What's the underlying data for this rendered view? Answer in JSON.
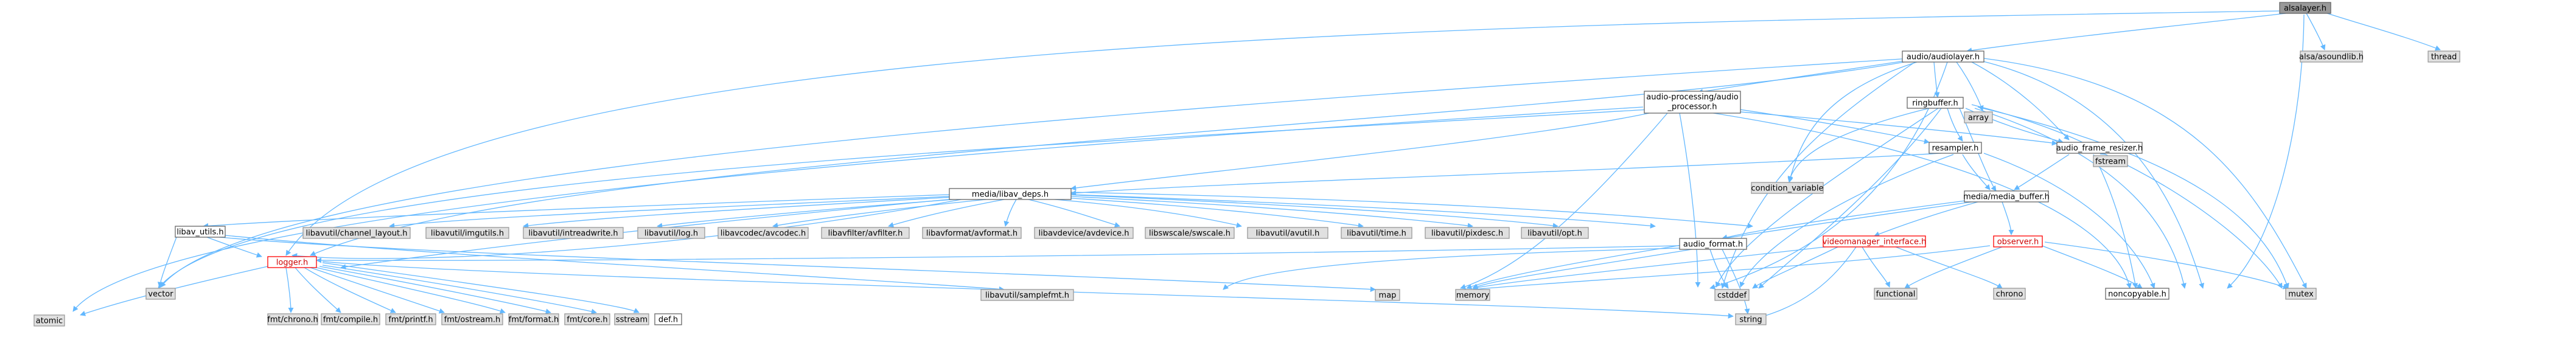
{
  "graph": {
    "colors": {
      "root_fill": "#999999",
      "root_stroke": "#666666",
      "node_fill": "#ffffff",
      "node_stroke": "#666666",
      "system_fill": "#e0e0e0",
      "system_stroke": "#999999",
      "red_stroke": "#ff0000",
      "red_text": "#cc0000",
      "edge": "#63b8ff"
    },
    "nodes": [
      {
        "id": "alsalayer",
        "label": "alsalayer.h",
        "kind": "root"
      },
      {
        "id": "audiolayer",
        "label": "audio/audiolayer.h",
        "kind": "file"
      },
      {
        "id": "asoundlib",
        "label": "alsa/asoundlib.h",
        "kind": "system"
      },
      {
        "id": "thread",
        "label": "thread",
        "kind": "system"
      },
      {
        "id": "app_line1",
        "label": "audio-processing/audio",
        "kind": "file"
      },
      {
        "id": "app_line2",
        "label": "_processor.h",
        "kind": "file"
      },
      {
        "id": "ringbuffer",
        "label": "ringbuffer.h",
        "kind": "file"
      },
      {
        "id": "array",
        "label": "array",
        "kind": "system"
      },
      {
        "id": "condvar",
        "label": "condition_variable",
        "kind": "system"
      },
      {
        "id": "resampler",
        "label": "resampler.h",
        "kind": "file"
      },
      {
        "id": "afr",
        "label": "audio_frame_resizer.h",
        "kind": "file"
      },
      {
        "id": "fstream",
        "label": "fstream",
        "kind": "system"
      },
      {
        "id": "libav_deps",
        "label": "media/libav_deps.h",
        "kind": "file"
      },
      {
        "id": "media_buffer",
        "label": "media/media_buffer.h",
        "kind": "file"
      },
      {
        "id": "libav_utils",
        "label": "libav_utils.h",
        "kind": "file"
      },
      {
        "id": "ch_layout",
        "label": "libavutil/channel_layout.h",
        "kind": "system"
      },
      {
        "id": "imgutils",
        "label": "libavutil/imgutils.h",
        "kind": "system"
      },
      {
        "id": "intreadwrite",
        "label": "libavutil/intreadwrite.h",
        "kind": "system"
      },
      {
        "id": "log",
        "label": "libavutil/log.h",
        "kind": "system"
      },
      {
        "id": "avcodec",
        "label": "libavcodec/avcodec.h",
        "kind": "system"
      },
      {
        "id": "avfilter",
        "label": "libavfilter/avfilter.h",
        "kind": "system"
      },
      {
        "id": "avformat",
        "label": "libavformat/avformat.h",
        "kind": "system"
      },
      {
        "id": "avdevice",
        "label": "libavdevice/avdevice.h",
        "kind": "system"
      },
      {
        "id": "swscale",
        "label": "libswscale/swscale.h",
        "kind": "system"
      },
      {
        "id": "avutil",
        "label": "libavutil/avutil.h",
        "kind": "system"
      },
      {
        "id": "time",
        "label": "libavutil/time.h",
        "kind": "system"
      },
      {
        "id": "pixdesc",
        "label": "libavutil/pixdesc.h",
        "kind": "system"
      },
      {
        "id": "opt",
        "label": "libavutil/opt.h",
        "kind": "system"
      },
      {
        "id": "audio_format",
        "label": "audio_format.h",
        "kind": "file"
      },
      {
        "id": "vmi",
        "label": "videomanager_interface.h",
        "kind": "red"
      },
      {
        "id": "observer",
        "label": "observer.h",
        "kind": "red"
      },
      {
        "id": "vector",
        "label": "vector",
        "kind": "system"
      },
      {
        "id": "samplefmt",
        "label": "libavutil/samplefmt.h",
        "kind": "system"
      },
      {
        "id": "map",
        "label": "map",
        "kind": "system"
      },
      {
        "id": "memory",
        "label": "memory",
        "kind": "system"
      },
      {
        "id": "cstddef",
        "label": "cstddef",
        "kind": "system"
      },
      {
        "id": "functional",
        "label": "functional",
        "kind": "system"
      },
      {
        "id": "chrono",
        "label": "chrono",
        "kind": "system"
      },
      {
        "id": "noncopyable",
        "label": "noncopyable.h",
        "kind": "file"
      },
      {
        "id": "mutex",
        "label": "mutex",
        "kind": "system"
      },
      {
        "id": "logger",
        "label": "logger.h",
        "kind": "red"
      },
      {
        "id": "atomic",
        "label": "atomic",
        "kind": "system"
      },
      {
        "id": "fmt_chrono",
        "label": "fmt/chrono.h",
        "kind": "system"
      },
      {
        "id": "fmt_compile",
        "label": "fmt/compile.h",
        "kind": "system"
      },
      {
        "id": "fmt_printf",
        "label": "fmt/printf.h",
        "kind": "system"
      },
      {
        "id": "fmt_ostream",
        "label": "fmt/ostream.h",
        "kind": "system"
      },
      {
        "id": "fmt_format",
        "label": "fmt/format.h",
        "kind": "system"
      },
      {
        "id": "fmt_core",
        "label": "fmt/core.h",
        "kind": "system"
      },
      {
        "id": "sstream",
        "label": "sstream",
        "kind": "system"
      },
      {
        "id": "def",
        "label": "def.h",
        "kind": "file"
      },
      {
        "id": "string",
        "label": "string",
        "kind": "system"
      }
    ]
  }
}
